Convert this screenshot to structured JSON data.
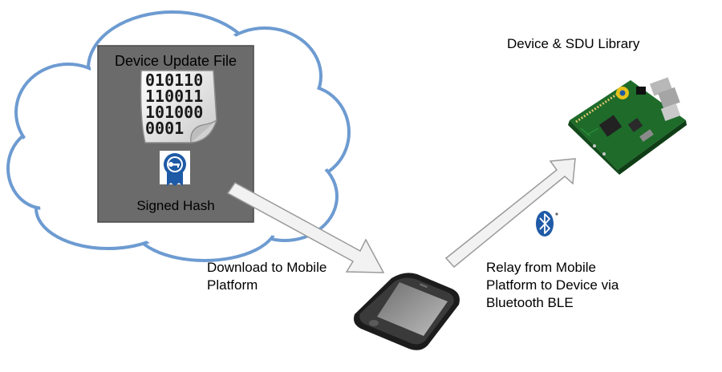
{
  "cloud_box": {
    "title": "Device Update File",
    "binary_lines": [
      "010110",
      "110011",
      "101000",
      "0001"
    ],
    "hash_label": "Signed Hash"
  },
  "device": {
    "title": "Device & SDU Library"
  },
  "download": {
    "label": "Download to Mobile\nPlatform"
  },
  "relay": {
    "label": "Relay from Mobile\nPlatform to Device via\nBluetooth BLE"
  },
  "colors": {
    "cloud_fill": "#ffffff",
    "cloud_stroke": "#6d9bd1",
    "box_fill": "#6b6b6b",
    "arrow_fill": "#f2f2f2",
    "arrow_stroke": "#9a9a9a",
    "bluetooth": "#1f5aa6",
    "board_green": "#1e6b2a"
  },
  "icons": [
    "cloud-icon",
    "document-icon",
    "certificate-icon",
    "bluetooth-icon",
    "smartphone-icon",
    "circuit-board-icon"
  ]
}
